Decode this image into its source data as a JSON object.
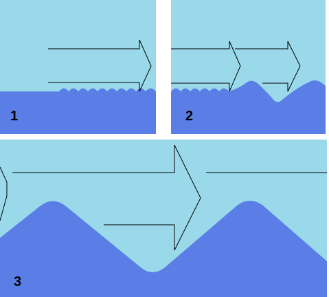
{
  "colors": {
    "sky": "#99d9ea",
    "water": "#5b7ee6",
    "arrow_stroke": "#000000",
    "gap": "#ffffff"
  },
  "panels": [
    {
      "label": "1"
    },
    {
      "label": "2"
    },
    {
      "label": "3"
    }
  ]
}
